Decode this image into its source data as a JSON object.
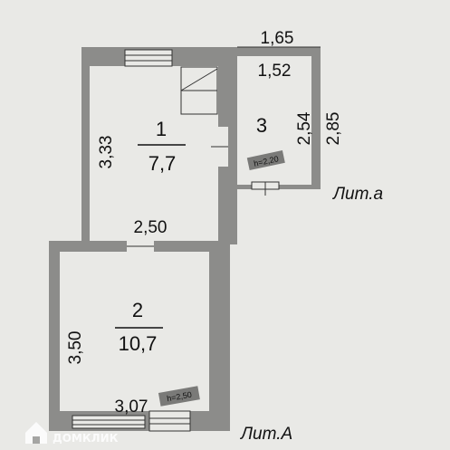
{
  "rooms": [
    {
      "number": "1",
      "area": "7,7"
    },
    {
      "number": "2",
      "area": "10,7"
    },
    {
      "number": "3",
      "height_mark": "h=2,20"
    }
  ],
  "room2_height_mark": "h=2,50",
  "dimensions": {
    "top_outer": "1,65",
    "room3_width": "1,52",
    "room3_height": "2,54",
    "room3_outer_height": "2,85",
    "room1_height": "3,33",
    "room1_width": "2,50",
    "room2_height": "3,50",
    "room2_width": "3,07"
  },
  "labels": {
    "lit_a_small": "Лит.а",
    "lit_a_big": "Лит.А"
  },
  "watermark": "ДОМКЛИК",
  "colors": {
    "background": "#e9e9e6",
    "wall_fill": "#8c8c8a",
    "ink": "#111111"
  }
}
